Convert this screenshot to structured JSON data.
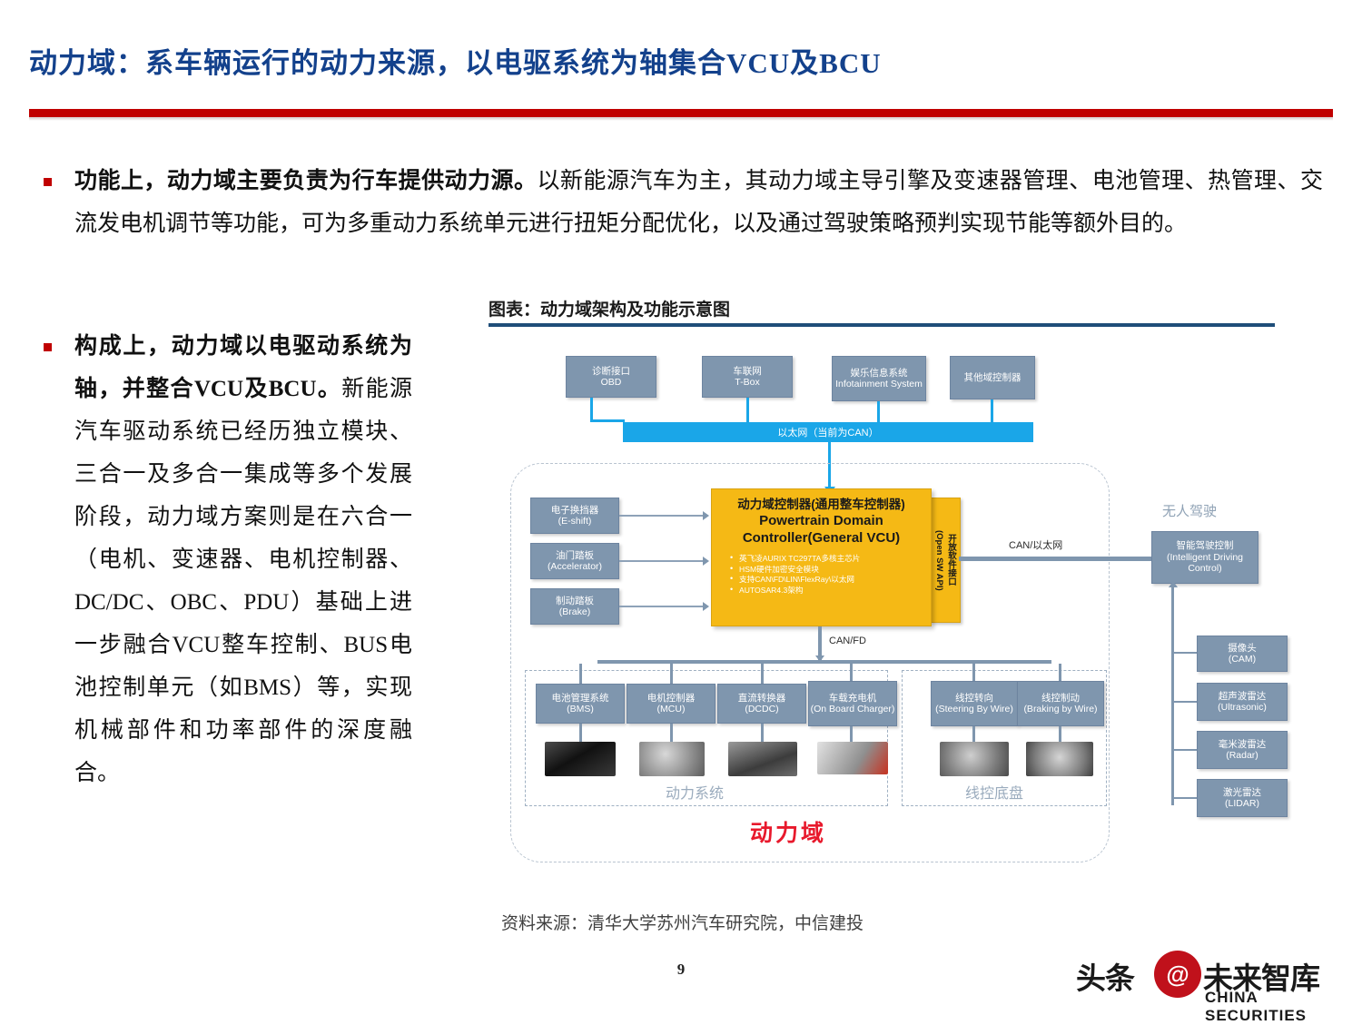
{
  "slide": {
    "title": "动力域：系车辆运行的动力来源，以电驱系统为轴集合VCU及BCU",
    "page_number": "9",
    "accent_red": "#c00000",
    "title_blue": "#13418c"
  },
  "body": {
    "paragraph_1_lead": "功能上，动力域主要负责为行车提供动力源。",
    "paragraph_1_rest": "以新能源汽车为主，其动力域主导引擎及变速器管理、电池管理、热管理、交流发电机调节等功能，可为多重动力系统单元进行扭矩分配优化，以及通过驾驶策略预判实现节能等额外目的。",
    "paragraph_2_lead": "构成上，动力域以电驱动系统为轴，并整合VCU及BCU。",
    "paragraph_2_rest": "新能源汽车驱动系统已经历独立模块、三合一及多合一集成等多个发展阶段，动力域方案则是在六合一（电机、变速器、电机控制器、DC/DC、OBC、PDU）基础上进一步融合VCU整车控制、BUS电池控制单元（如BMS）等，实现机械部件和功率部件的深度融合。"
  },
  "figure": {
    "title": "图表：动力域架构及功能示意图",
    "source": "资料来源：清华大学苏州汽车研究院，中信建投",
    "top_nodes": [
      {
        "cn": "诊断接口",
        "en": "OBD"
      },
      {
        "cn": "车联网",
        "en": "T-Box"
      },
      {
        "cn": "娱乐信息系统",
        "en": "Infotainment System"
      },
      {
        "cn": "其他域控制器",
        "en": ""
      }
    ],
    "bus_label": "以太网（当前为CAN）",
    "inputs": [
      {
        "cn": "电子换挡器",
        "en": "(E-shift)"
      },
      {
        "cn": "油门踏板",
        "en": "(Accelerator)"
      },
      {
        "cn": "制动踏板",
        "en": "(Brake)"
      }
    ],
    "controller": {
      "title_cn": "动力域控制器(通用整车控制器)",
      "title_en_line1": "Powertrain Domain",
      "title_en_line2": "Controller(General VCU)",
      "bullets": [
        "英飞凌AURIX TC297TA多核主芯片",
        "HSM硬件加密安全模块",
        "支持CAN\\FD\\LIN\\FlexRay\\以太网",
        "AUTOSAR4.3架构"
      ],
      "api_tab_cn": "开放软件接口",
      "api_tab_en": "(Open SW API)",
      "color": "#f5b915"
    },
    "link_labels": {
      "can_ethernet": "CAN/以太网",
      "can_fd": "CAN/FD"
    },
    "powertrain_group": {
      "label": "动力系统",
      "nodes": [
        {
          "cn": "电池管理系统",
          "en": "(BMS)"
        },
        {
          "cn": "电机控制器",
          "en": "(MCU)"
        },
        {
          "cn": "直流转换器",
          "en": "(DCDC)"
        },
        {
          "cn": "车载充电机",
          "en": "(On Board Charger)"
        }
      ]
    },
    "chassis_group": {
      "label": "线控底盘",
      "nodes": [
        {
          "cn": "线控转向",
          "en": "(Steering By Wire)"
        },
        {
          "cn": "线控制动",
          "en": "(Braking by Wire)"
        }
      ]
    },
    "domain_label": "动力域",
    "autonomous": {
      "heading": "无人驾驶",
      "controller": {
        "cn": "智能驾驶控制",
        "en": "(Intelligent Driving Control)"
      },
      "sensors": [
        {
          "cn": "摄像头",
          "en": "(CAM)"
        },
        {
          "cn": "超声波雷达",
          "en": "(Ultrasonic)"
        },
        {
          "cn": "毫米波雷达",
          "en": "(Radar)"
        },
        {
          "cn": "激光雷达",
          "en": "(LIDAR)"
        }
      ]
    }
  },
  "logo": {
    "mark_left": "头条",
    "seal": "@",
    "mark_right": "未来智库",
    "subtitle": "CHINA SECURITIES"
  }
}
